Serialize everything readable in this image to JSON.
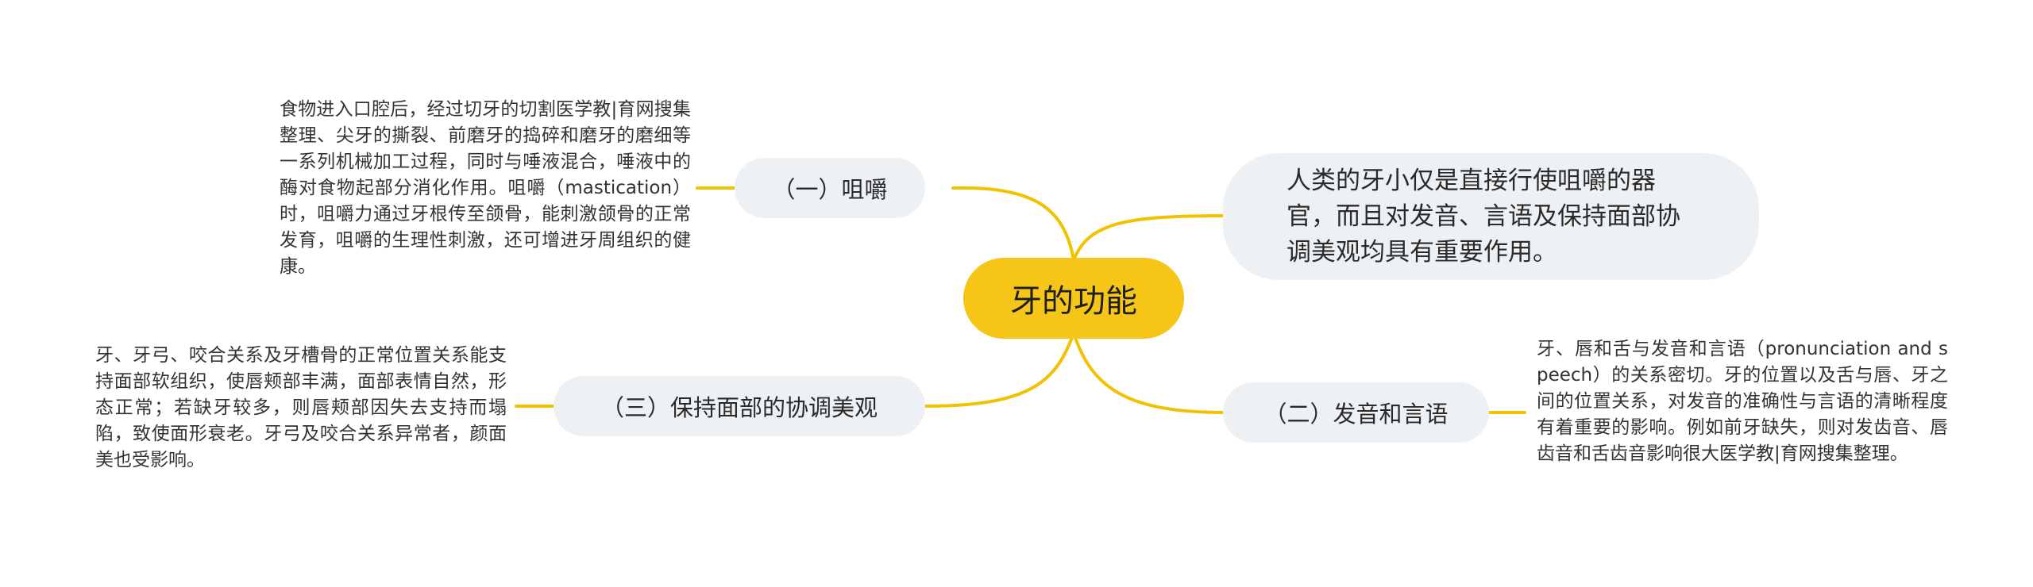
{
  "map": {
    "root": "牙的功能",
    "branches": [
      {
        "id": "chewing",
        "title": "（一）咀嚼",
        "detail": "食物进入口腔后，经过切牙的切割医学教|育网搜集整理、尖牙的撕裂、前磨牙的捣碎和磨牙的磨细等一系列机械加工过程，同时与唾液混合，唾液中的酶对食物起部分消化作用。咀嚼（mastication）时，咀嚼力通过牙根传至颌骨，能刺激颌骨的正常发育，咀嚼的生理性刺激，还可增进牙周组织的健康。"
      },
      {
        "id": "intro",
        "title": "人类的牙小仅是直接行使咀嚼的器官，而且对发音、言语及保持面部协调美观均具有重要作用。"
      },
      {
        "id": "speech",
        "title": "（二）发音和言语",
        "detail": "牙、唇和舌与发音和言语（pronunciation and speech）的关系密切。牙的位置以及舌与唇、牙之间的位置关系，对发音的准确性与言语的清晰程度有着重要的影响。例如前牙缺失，则对发齿音、唇齿音和舌齿音影响很大医学教|育网搜集整理。"
      },
      {
        "id": "face",
        "title": "（三）保持面部的协调美观",
        "detail": "牙、牙弓、咬合关系及牙槽骨的正常位置关系能支持面部软组织，使唇颊部丰满，面部表情自然，形态正常；若缺牙较多，则唇颊部因失去支持而塌陷，致使面形衰老。牙弓及咬合关系异常者，颜面美也受影响。"
      }
    ]
  },
  "colors": {
    "connector": "#f2c200",
    "root_fill": "#f5c518",
    "branch_fill": "#eef1f4"
  }
}
